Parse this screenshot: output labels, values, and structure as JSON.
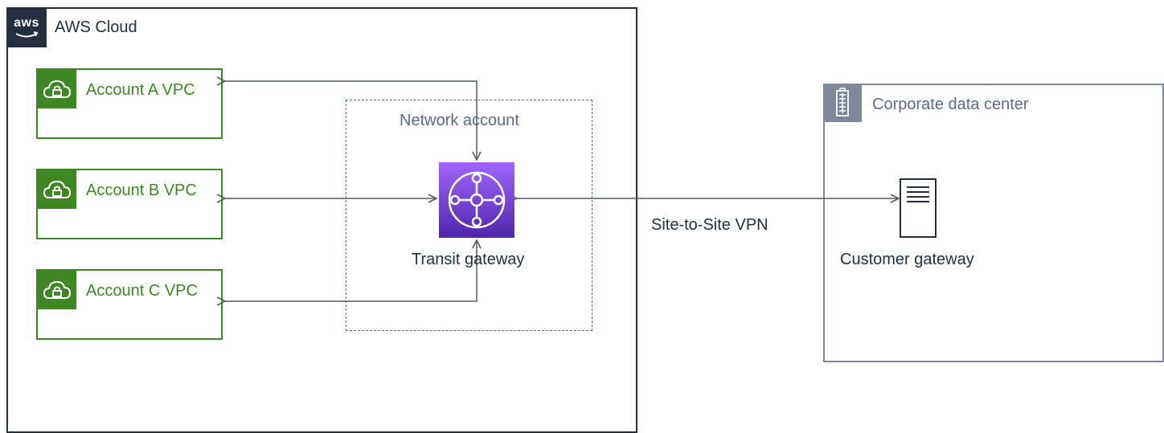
{
  "aws_cloud": {
    "logo_text": "aws",
    "title": "AWS Cloud"
  },
  "vpcs": [
    {
      "title": "Account A VPC"
    },
    {
      "title": "Account B VPC"
    },
    {
      "title": "Account C VPC"
    }
  ],
  "network_account": {
    "title": "Network account"
  },
  "transit_gateway": {
    "label": "Transit gateway"
  },
  "corporate_data_center": {
    "title": "Corporate data center"
  },
  "customer_gateway": {
    "label": "Customer gateway"
  },
  "vpn": {
    "label": "Site-to-Site VPN"
  },
  "colors": {
    "aws_dark": "#232f3e",
    "vpc_green": "#3f8624",
    "tgw_purple_top": "#a166ff",
    "tgw_purple_bottom": "#4d27aa",
    "corporate_gray": "#7d8998",
    "connector": "#545b64"
  }
}
